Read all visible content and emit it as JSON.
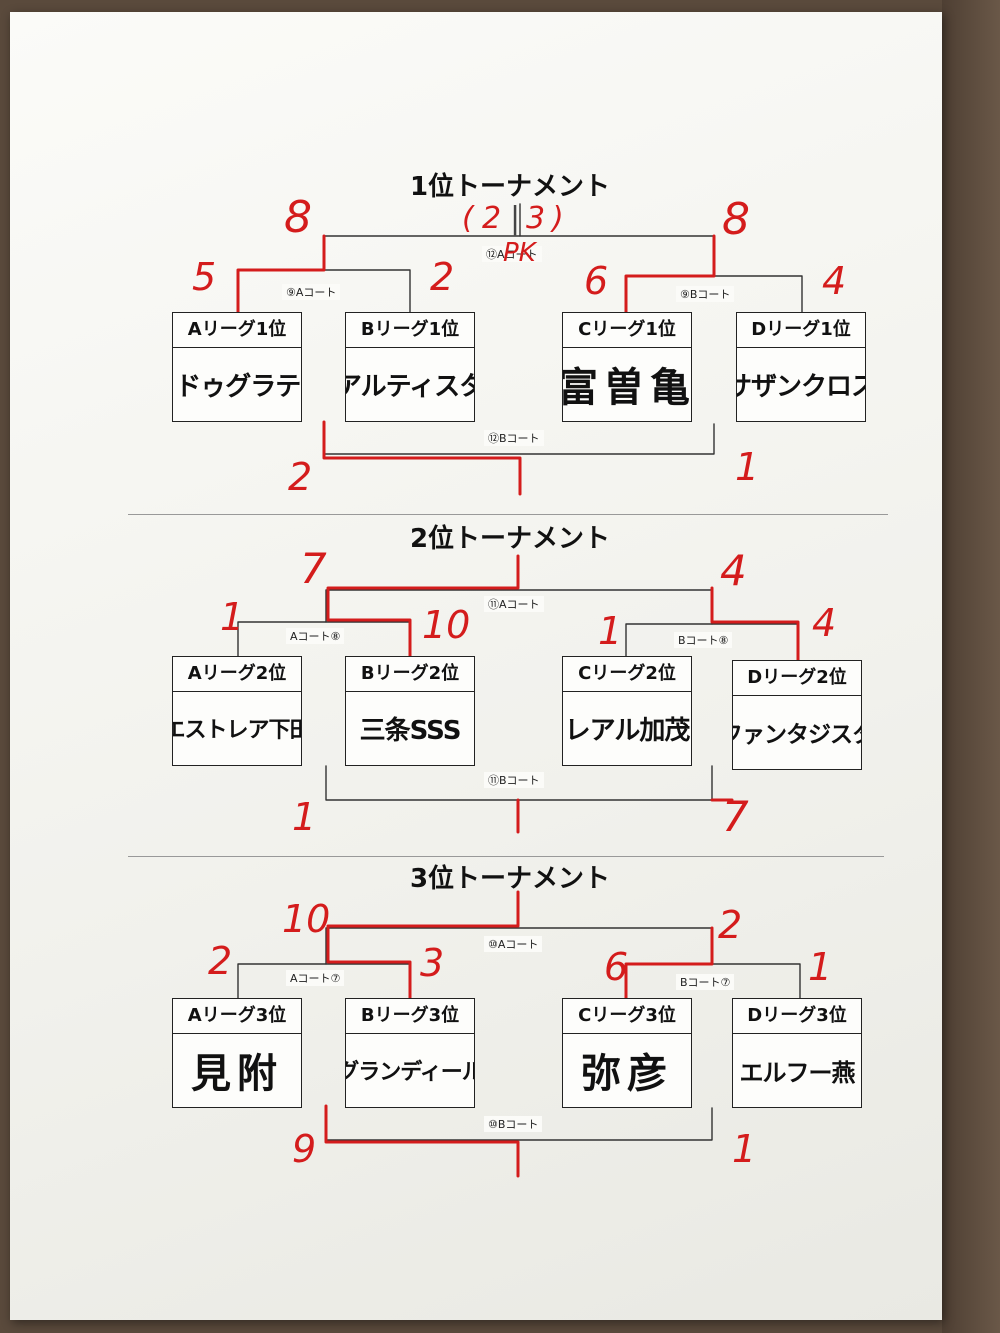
{
  "sections": [
    {
      "title": "1位トーナメント",
      "teams": [
        {
          "league": "Aリーグ1位",
          "name": "ヌドゥグラティ"
        },
        {
          "league": "Bリーグ1位",
          "name": "アルティスタ"
        },
        {
          "league": "Cリーグ1位",
          "name": "富曽亀"
        },
        {
          "league": "Dリーグ1位",
          "name": "サザンクロス"
        }
      ],
      "courts": {
        "left_semi": "⑨Aコート",
        "right_semi": "⑨Bコート",
        "final": "⑫Aコート",
        "third": "⑫Bコート"
      },
      "scores": {
        "a": "5",
        "b": "2",
        "c": "6",
        "d": "4",
        "final_left": "8",
        "final_right": "8",
        "third_left": "2",
        "third_right": "1"
      },
      "pk": {
        "paren_open": "(",
        "left": "2",
        "divider": "|",
        "right": "3",
        "paren_close": ")",
        "label": "PK"
      }
    },
    {
      "title": "2位トーナメント",
      "teams": [
        {
          "league": "Aリーグ2位",
          "name": "エストレア下田"
        },
        {
          "league": "Bリーグ2位",
          "name": "三条SSS"
        },
        {
          "league": "Cリーグ2位",
          "name": "レアル加茂"
        },
        {
          "league": "Dリーグ2位",
          "name": "ファンタジスタ"
        }
      ],
      "courts": {
        "left_semi": "Aコート⑧",
        "right_semi": "Bコート⑧",
        "final": "⑪Aコート",
        "third": "⑪Bコート"
      },
      "scores": {
        "a": "1",
        "b": "10",
        "c": "1",
        "d": "4",
        "final_left": "7",
        "final_right": "4",
        "third_left": "1",
        "third_right": "7"
      }
    },
    {
      "title": "3位トーナメント",
      "teams": [
        {
          "league": "Aリーグ3位",
          "name": "見附"
        },
        {
          "league": "Bリーグ3位",
          "name": "グランディール"
        },
        {
          "league": "Cリーグ3位",
          "name": "弥彦"
        },
        {
          "league": "Dリーグ3位",
          "name": "エルフー燕"
        }
      ],
      "courts": {
        "left_semi": "Aコート⑦",
        "right_semi": "Bコート⑦",
        "final": "⑩Aコート",
        "third": "⑩Bコート"
      },
      "scores": {
        "a": "2",
        "b": "3",
        "c": "6",
        "d": "1",
        "final_left": "10",
        "final_right": "2",
        "third_left": "9",
        "third_right": "1"
      }
    }
  ],
  "colors": {
    "ink": "#111111",
    "red_pen": "#d41c1c",
    "paper": "#f6f6f2"
  }
}
